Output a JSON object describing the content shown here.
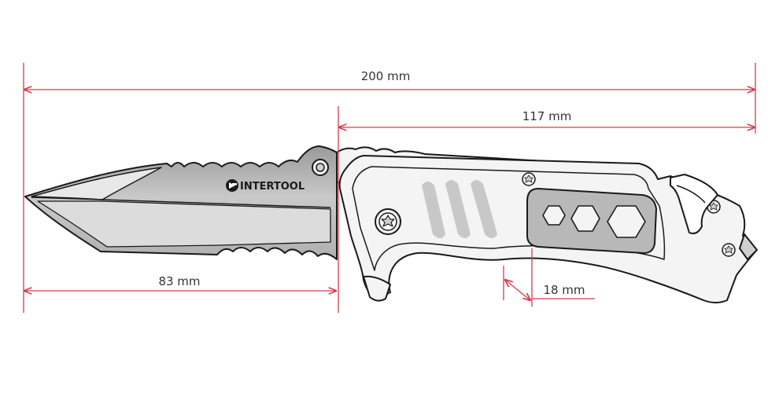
{
  "colors": {
    "dimension_line": "#d63c4b",
    "outline": "#1a1a1a",
    "blade_fill": "#b5b5b5",
    "blade_highlight": "#e8e8e8",
    "handle_fill": "#f4f4f4",
    "handle_cutout": "#b8b8b8",
    "background": "#ffffff"
  },
  "brand": {
    "name": "INTERTOOL",
    "logo_icon": "intertool-logo-icon"
  },
  "dimensions": {
    "overall_length": "200 mm",
    "handle_length": "117 mm",
    "blade_length": "83 mm",
    "handle_thickness": "18 mm"
  },
  "icons": [
    "torx-screw-icon",
    "hex-wrench-icon",
    "seatbelt-cutter-icon",
    "glass-breaker-icon"
  ]
}
